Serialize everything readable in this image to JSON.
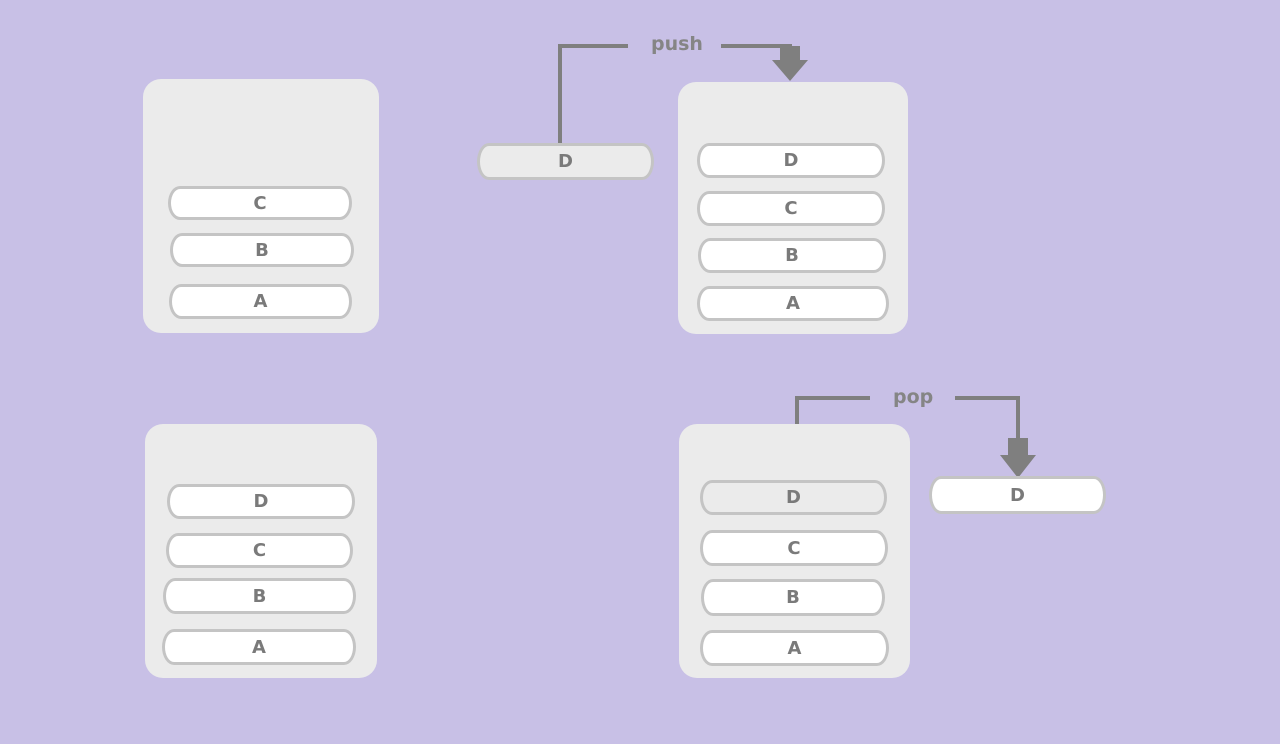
{
  "push": {
    "label": "push",
    "initial_stack": [
      "C",
      "B",
      "A"
    ],
    "incoming": "D",
    "result_stack": [
      "D",
      "C",
      "B",
      "A"
    ]
  },
  "pop": {
    "label": "pop",
    "initial_stack": [
      "D",
      "C",
      "B",
      "A"
    ],
    "result_stack": [
      "D",
      "C",
      "B",
      "A"
    ],
    "outgoing": "D"
  },
  "colors": {
    "background": "#c8c0e6",
    "container": "#ebebeb",
    "arrow": "#7f7f7f",
    "item_border": "#c4c4c4",
    "text": "#7a7a7a"
  }
}
